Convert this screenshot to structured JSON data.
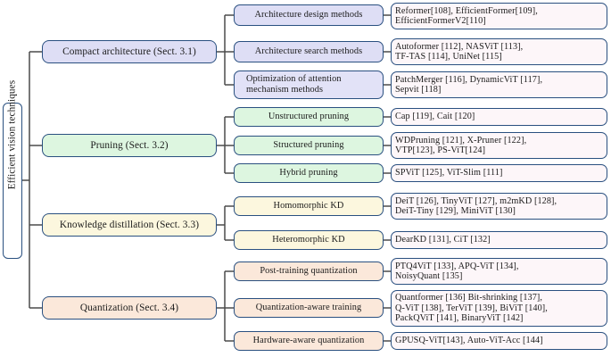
{
  "figure": {
    "type": "tree-diagram",
    "title": "Efficient vision techniques taxonomy"
  },
  "root": {
    "label": "Efficient vision techniques"
  },
  "level1": [
    {
      "id": "compact",
      "label": "Compact architecture (Sect. 3.1)"
    },
    {
      "id": "pruning",
      "label": "Pruning (Sect. 3.2)"
    },
    {
      "id": "distill",
      "label": "Knowledge distillation (Sect. 3.3)"
    },
    {
      "id": "quant",
      "label": "Quantization (Sect. 3.4)"
    }
  ],
  "level2": [
    {
      "id": "arch-design",
      "label": "Architecture design methods"
    },
    {
      "id": "arch-search",
      "label": "Architecture search methods"
    },
    {
      "id": "attn-opt",
      "label": "Optimization of attention\nmechanism methods"
    },
    {
      "id": "unstructured",
      "label": "Unstructured pruning"
    },
    {
      "id": "structured",
      "label": "Structured pruning"
    },
    {
      "id": "hybrid",
      "label": "Hybrid pruning"
    },
    {
      "id": "homo-kd",
      "label": "Homomorphic KD"
    },
    {
      "id": "hetero-kd",
      "label": "Heteromorphic KD"
    },
    {
      "id": "ptq",
      "label": "Post-training quantization"
    },
    {
      "id": "qat",
      "label": "Quantization-aware training"
    },
    {
      "id": "hwq",
      "label": "Hardware-aware quantization"
    }
  ],
  "leaves": [
    {
      "id": "leaf-arch-design",
      "label": "Reformer[108], EfficientFormer[109],\nEfficientFormerV2[110]"
    },
    {
      "id": "leaf-arch-search",
      "label": "Autoformer [112], NASViT [113],\nTF-TAS [114], UniNet [115]"
    },
    {
      "id": "leaf-attn-opt",
      "label": "PatchMerger [116], DynamicViT [117],\nSepvit [118]"
    },
    {
      "id": "leaf-unstructured",
      "label": "Cap [119], Cait [120]"
    },
    {
      "id": "leaf-structured",
      "label": "WDPruning [121], X-Pruner [122],\nVTP[123], PS-ViT[124]"
    },
    {
      "id": "leaf-hybrid",
      "label": "SPViT [125], ViT-Slim [111]"
    },
    {
      "id": "leaf-homo-kd",
      "label": "DeiT [126], TinyViT [127], m2mKD [128],\nDeiT-Tiny [129], MiniViT [130]"
    },
    {
      "id": "leaf-hetero-kd",
      "label": "DearKD [131], CiT [132]"
    },
    {
      "id": "leaf-ptq",
      "label": "PTQ4ViT [133], APQ-ViT [134],\nNoisyQuant [135]"
    },
    {
      "id": "leaf-qat",
      "label": "Quantformer [136] Bit-shrinking [137],\nQ-ViT [138], TerViT [139], BiViT [140],\nPackQViT [141], BinaryViT [142]"
    },
    {
      "id": "leaf-hwq",
      "label": "GPUSQ-ViT[143], Auto-ViT-Acc [144]"
    }
  ],
  "colors": {
    "border": "#2a5080",
    "connector": "#4a4a4a",
    "compact_fill": "#dedef5",
    "attention_fill": "#e2e2f7",
    "pruning_fill": "#ddf6e0",
    "distillation_fill": "#fcf7de",
    "quantization_fill": "#fbe8da",
    "leaf_fill": "#fdf6f9",
    "root_fill": "#ffffff"
  }
}
